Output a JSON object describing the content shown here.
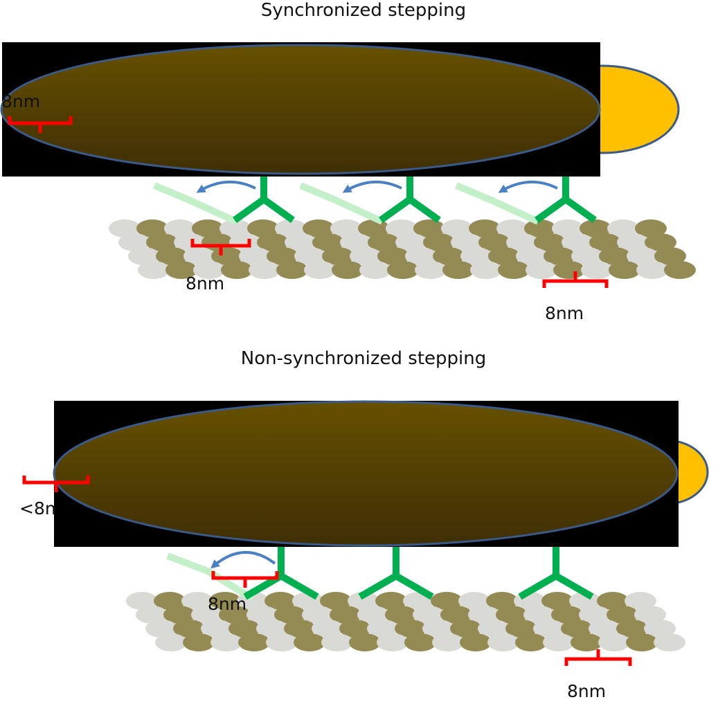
{
  "diagram": {
    "panels": [
      {
        "title": "Synchronized stepping",
        "labels": {
          "cargo_offset": "8nm",
          "leg_step": "8nm",
          "track_step": "8nm"
        }
      },
      {
        "title": "Non-synchronized stepping",
        "labels": {
          "cargo_offset": "<8n",
          "leg_step": "8nm",
          "track_step": "8nm"
        }
      }
    ],
    "colors": {
      "cargo_body_top": "#665000",
      "cargo_body_bottom": "#3f2f06",
      "cargo_outline": "#3a5a8a",
      "cargo_tail": "#ffc000",
      "occluding_box": "#000000",
      "leg_green": "#00b050",
      "leg_green_faded": "#c3f0c8",
      "step_arrow": "#4a80c4",
      "bracket": "#ff0000",
      "track_dark": "#948a54",
      "track_light": "#d9d9d5"
    }
  }
}
